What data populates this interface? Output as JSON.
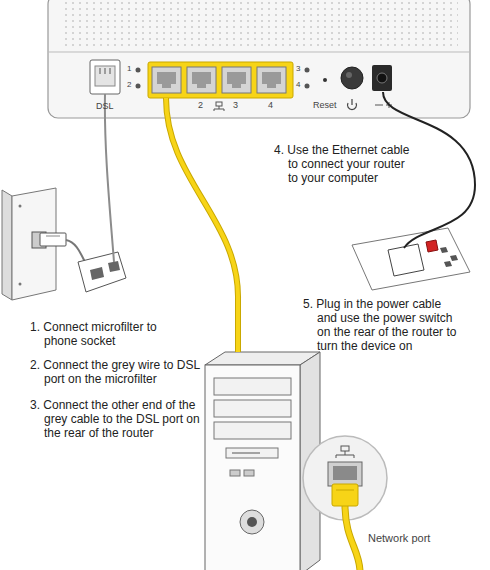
{
  "diagram": {
    "labels": [
      "DSL",
      "1",
      "2",
      "2",
      "3",
      "4",
      "3",
      "4",
      "Reset",
      "4. Use the Ethernet cable to connect your router to your computer",
      "5. Plug in the power cable and use the power switch on the rear of the router to turn the device on",
      "1. Connect microfilter to phone socket",
      "2. Connect the grey wire to DSL port on the microfilter",
      "3. Connect the other end of the grey cable to the DSL port on the rear of the router",
      "Network port"
    ]
  }
}
